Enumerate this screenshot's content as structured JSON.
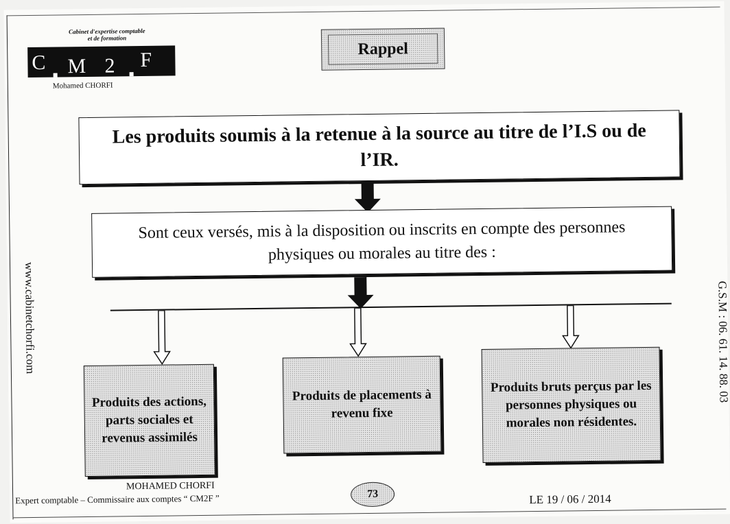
{
  "logo": {
    "caption": "Cabinet d'expertise comptable\net de formation",
    "letters": [
      "C",
      "M",
      "2",
      "F"
    ],
    "author": "Mohamed CHORFI"
  },
  "rappel": "Rappel",
  "title_box": "Les produits soumis à la retenue à la source au titre de l’I.S ou de l’IR.",
  "description_box": "Sont ceux versés, mis à la disposition ou inscrits en compte des personnes physiques ou morales au titre des :",
  "categories": [
    "Produits des actions, parts sociales et revenus assimilés",
    "Produits de placements à revenu fixe",
    "Produits bruts perçus par les personnes physiques ou morales non résidentes."
  ],
  "sidebar": {
    "website": "www.cabinetchorfi.com",
    "phone": "G.S.M : 06. 61. 14. 88. 03"
  },
  "footer": {
    "name": "MOHAMED CHORFI",
    "role": "Expert comptable – Commissaire aux comptes “ CM2F ”",
    "page_number": "73",
    "date": "LE 19 / 06 / 2014"
  }
}
